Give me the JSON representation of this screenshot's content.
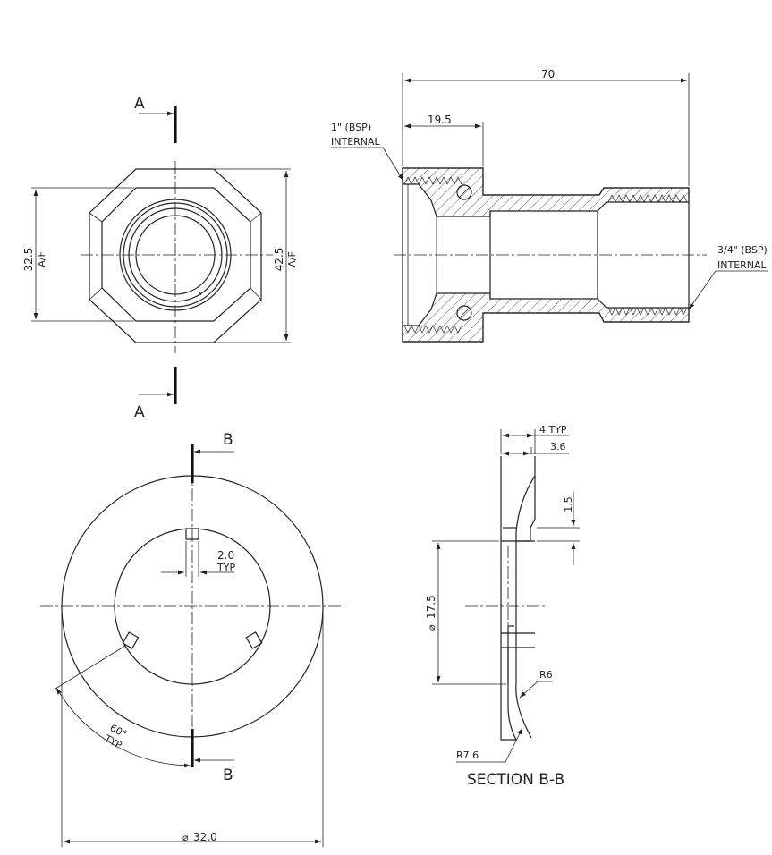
{
  "section_labels": {
    "a_top": "A",
    "a_bottom": "A",
    "b_top": "B",
    "b_bottom": "B"
  },
  "front_view": {
    "dim_af_small_value": "32.5",
    "dim_af_small_unit": "A/F",
    "dim_af_large_value": "42.5",
    "dim_af_large_unit": "A/F"
  },
  "side_view": {
    "dim_length": "70",
    "dim_bore_depth": "19.5",
    "thread_in_line1": "1\" (BSP)",
    "thread_in_line2": "INTERNAL",
    "thread_out_line1": "3/4\" (BSP)",
    "thread_out_line2": "INTERNAL"
  },
  "washer_view": {
    "dim_slot_value": "2.0",
    "dim_slot_typ": "TYP",
    "angle_value": "60°",
    "angle_typ": "TYP",
    "diameter": "32.0"
  },
  "section_bb": {
    "title": "SECTION B-B",
    "dim_thickness": "4 TYP",
    "dim_inner": "3.6",
    "dim_step": "1.5",
    "dim_bore": "17.5",
    "radius_inner": "R6",
    "radius_outer": "R7.6"
  }
}
